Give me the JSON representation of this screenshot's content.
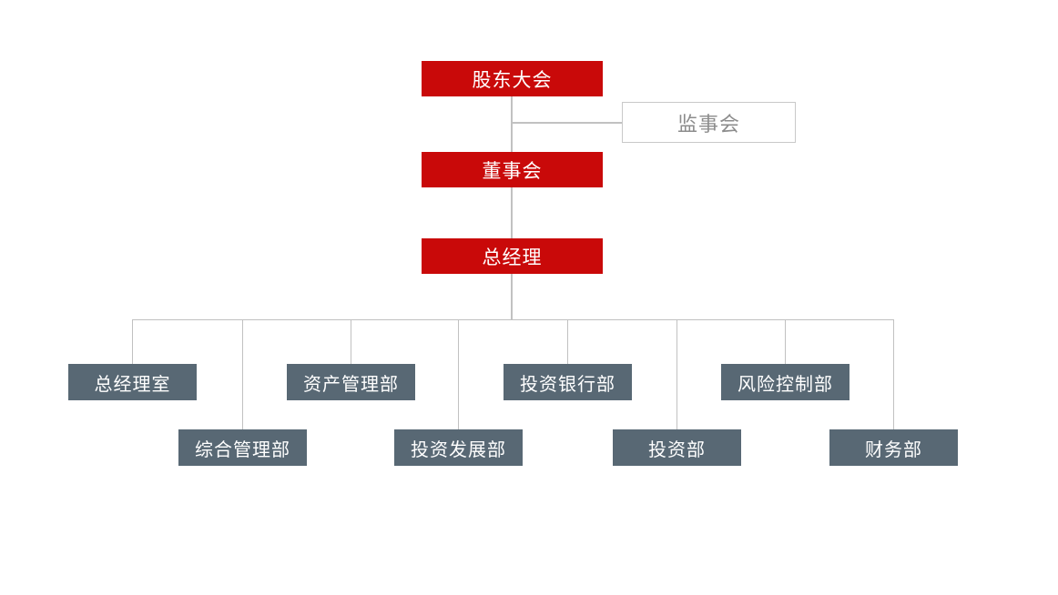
{
  "org_chart": {
    "nodes": {
      "shareholders": {
        "label": "股东大会"
      },
      "supervisory": {
        "label": "监事会"
      },
      "board": {
        "label": "董事会"
      },
      "general_manager": {
        "label": "总经理"
      }
    },
    "departments": [
      {
        "label": "总经理室"
      },
      {
        "label": "综合管理部"
      },
      {
        "label": "资产管理部"
      },
      {
        "label": "投资发展部"
      },
      {
        "label": "投资银行部"
      },
      {
        "label": "投资部"
      },
      {
        "label": "风险控制部"
      },
      {
        "label": "财务部"
      }
    ],
    "colors": {
      "page_bg": "#FFFFFF",
      "primary_box_bg": "#C90909",
      "primary_box_text": "#FFFFFF",
      "department_box_bg": "#586874",
      "department_box_text": "#FFFFFF",
      "outline_box_bg": "#FFFFFF",
      "outline_box_border": "#C9C9C9",
      "outline_box_text": "#8C8C8C",
      "connector_line": "#C1C1C1"
    }
  }
}
